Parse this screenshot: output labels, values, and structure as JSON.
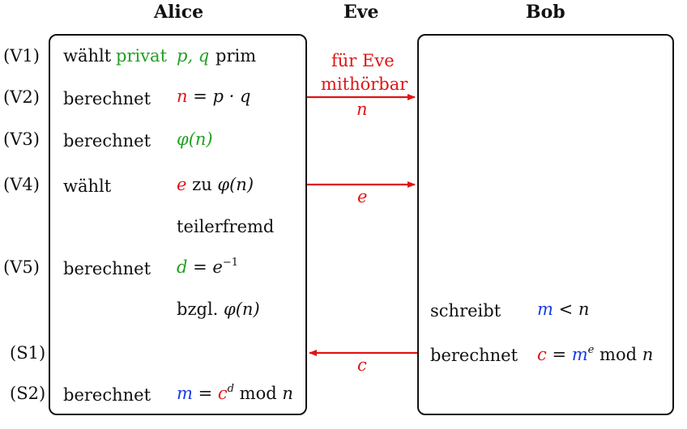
{
  "headers": {
    "alice": "Alice",
    "eve": "Eve",
    "bob": "Bob"
  },
  "step_labels": [
    "(V1)",
    "(V2)",
    "(V3)",
    "(V4)",
    "(V5)",
    "(S1)",
    "(S2)"
  ],
  "alice": {
    "v1_verb": "wählt",
    "v1_adj": "privat",
    "v1_math": "p, q",
    "v1_tail": "prim",
    "v2_verb": "berechnet",
    "v2_n": "n",
    "v2_rest": "= p · q",
    "v3_verb": "berechnet",
    "v3_math": "φ(n)",
    "v4_verb": "wählt",
    "v4_e": "e",
    "v4_zu": "zu",
    "v4_phi": "φ(n)",
    "v4_cont": "teilerfremd",
    "v5_verb": "berechnet",
    "v5_d": "d",
    "v5_eq": "= e",
    "v5_exp": "−1",
    "v5_cont_word": "bzgl.",
    "v5_cont_phi": "φ(n)",
    "s2_verb": "berechnet",
    "s2_m": "m",
    "s2_eq": "= ",
    "s2_c": "c",
    "s2_exp": "d",
    "s2_mod": "mod",
    "s2_n": "n"
  },
  "eve": {
    "note_line1": "für Eve",
    "note_line2": "mithörbar"
  },
  "arrows": {
    "a1_label": "n",
    "a2_label": "e",
    "a3_label": "c"
  },
  "bob": {
    "write_verb": "schreibt",
    "write_m": "m",
    "write_rest": "< n",
    "calc_verb": "berechnet",
    "calc_c": "c",
    "calc_eq": "= ",
    "calc_m": "m",
    "calc_exp": "e",
    "calc_mod": "mod",
    "calc_n": "n"
  },
  "colors": {
    "private": "#22a022",
    "public": "#e01515",
    "message": "#1a3ae6",
    "arrow": "#e01515"
  }
}
